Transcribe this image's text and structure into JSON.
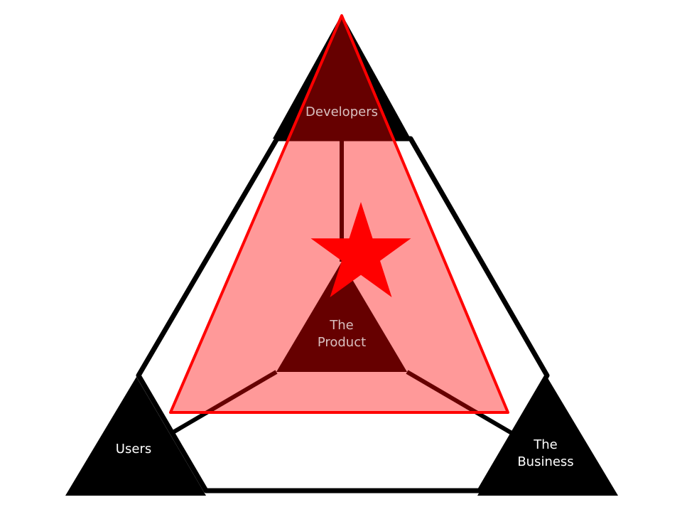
{
  "labels": {
    "developers": "Developers",
    "product_line1": "The",
    "product_line2": "Product",
    "users": "Users",
    "business_line1": "The",
    "business_line2": "Business"
  },
  "colors": {
    "vertex_fill": "#000000",
    "label_text": "#ffffff",
    "overlay_fill": "#ff0000",
    "overlay_stroke": "#ff0000",
    "star_fill": "#ff0000"
  }
}
